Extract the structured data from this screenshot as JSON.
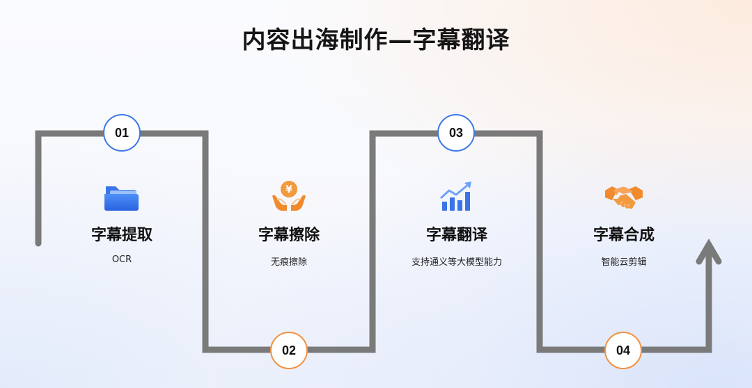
{
  "title": "内容出海制作—字幕翻译",
  "steps": [
    {
      "number": "01",
      "name": "字幕提取",
      "desc": "OCR",
      "icon": "folder-icon",
      "accent": "#3d79e6"
    },
    {
      "number": "02",
      "name": "字幕擦除",
      "desc": "无痕擦除",
      "icon": "money-hands-icon",
      "accent": "#f2913e"
    },
    {
      "number": "03",
      "name": "字幕翻译",
      "desc": "支持通义等大模型能力",
      "icon": "growth-chart-icon",
      "accent": "#3d79e6"
    },
    {
      "number": "04",
      "name": "字幕合成",
      "desc": "智能云剪辑",
      "icon": "handshake-icon",
      "accent": "#f2913e"
    }
  ],
  "colors": {
    "path": "#7a7a7a",
    "blue": "#3d79e6",
    "orange": "#f2913e"
  }
}
